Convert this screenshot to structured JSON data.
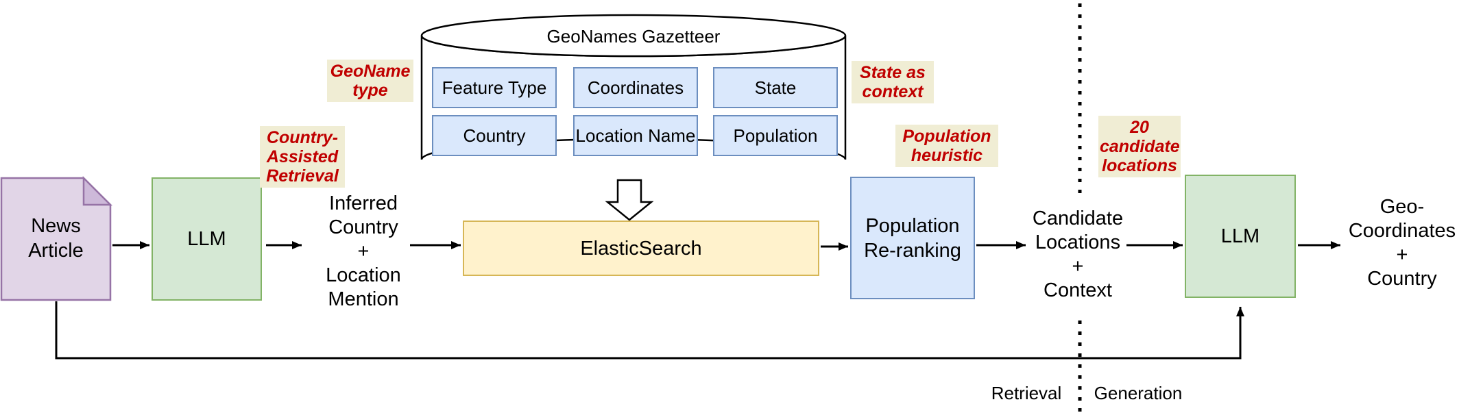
{
  "nodes": {
    "news_article": {
      "line1": "News",
      "line2": "Article"
    },
    "llm_retrieval": {
      "label": "LLM"
    },
    "elasticsearch": {
      "label": "ElasticSearch"
    },
    "population_reranking": {
      "line1": "Population",
      "line2": "Re-ranking"
    },
    "llm_generation": {
      "label": "LLM"
    }
  },
  "gazetteer": {
    "title": "GeoNames Gazetteer",
    "fields": [
      "Feature Type",
      "Coordinates",
      "State",
      "Country",
      "Location Name",
      "Population"
    ]
  },
  "flow_texts": {
    "inferred": {
      "lines": [
        "Inferred",
        "Country",
        "+",
        "Location",
        "Mention"
      ]
    },
    "candidate": {
      "lines": [
        "Candidate",
        "Locations",
        "+",
        "Context"
      ]
    },
    "geo_output": {
      "lines": [
        "Geo-",
        "Coordinates",
        "+",
        "Country"
      ]
    }
  },
  "annotations": {
    "geoname_type": {
      "lines": [
        "GeoName",
        "type"
      ]
    },
    "country_assisted": {
      "lines": [
        "Country-",
        "Assisted",
        "Retrieval"
      ]
    },
    "state_context": {
      "lines": [
        "State as",
        "context"
      ]
    },
    "population_heuristic": {
      "lines": [
        "Population",
        "heuristic"
      ]
    },
    "candidates_20": {
      "lines": [
        "20",
        "candidate",
        "locations"
      ]
    }
  },
  "phase_labels": {
    "left": "Retrieval",
    "right": "Generation"
  },
  "colors": {
    "purple_fill": "#e1d5e7",
    "purple_border": "#9673a6",
    "green_fill": "#d5e8d4",
    "green_border": "#82b366",
    "blue_fill": "#dae8fc",
    "blue_border": "#6c8ebf",
    "yellow_fill": "#fff2cc",
    "yellow_border": "#d6b656",
    "annotation_text": "#c00000",
    "annotation_bg": "#f0edd4",
    "line": "#000000"
  }
}
